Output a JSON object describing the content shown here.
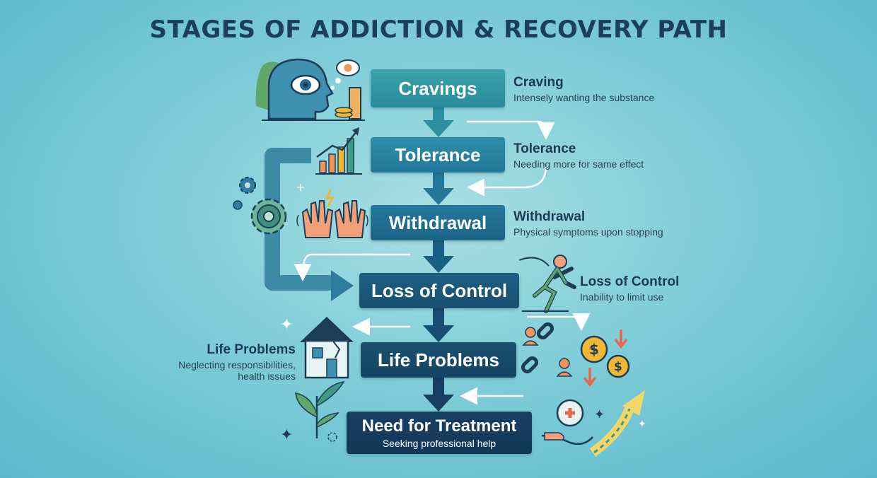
{
  "title": "STAGES OF ADDICTION & RECOVERY PATH",
  "stages": [
    {
      "label": "Cravings",
      "heading": "Craving",
      "desc": "Intensely wanting the substance"
    },
    {
      "label": "Tolerance",
      "heading": "Tolerance",
      "desc": "Needing more for same effect"
    },
    {
      "label": "Withdrawal",
      "heading": "Withdrawal",
      "desc": "Physical symptoms upon stopping"
    },
    {
      "label": "Loss of Control",
      "heading": "Loss of Control",
      "desc": "Inability to limit use"
    },
    {
      "label": "Life Problems",
      "heading": "Life Problems",
      "desc_line1": "Neglecting responsibilities,",
      "desc_line2": "health issues"
    },
    {
      "label": "Need for Treatment",
      "sub": "Seeking professional help"
    }
  ],
  "colors": {
    "stage1": "#2c8fa0",
    "stage2": "#27809a",
    "stage3": "#1f6c8e",
    "stage4": "#1a5478",
    "stage5": "#17456a",
    "stage6": "#163b5e",
    "arrow": "#1d4f73",
    "accent_orange": "#f0945a",
    "accent_gold": "#f2b632"
  },
  "icons": [
    "head-eye-icon",
    "growth-chart-icon",
    "gears-icon",
    "shaking-hands-icon",
    "falling-person-icon",
    "cracked-house-icon",
    "broken-chain-icon",
    "coins-icon",
    "plant-icon",
    "medical-cross-icon",
    "rising-arrow-icon"
  ]
}
